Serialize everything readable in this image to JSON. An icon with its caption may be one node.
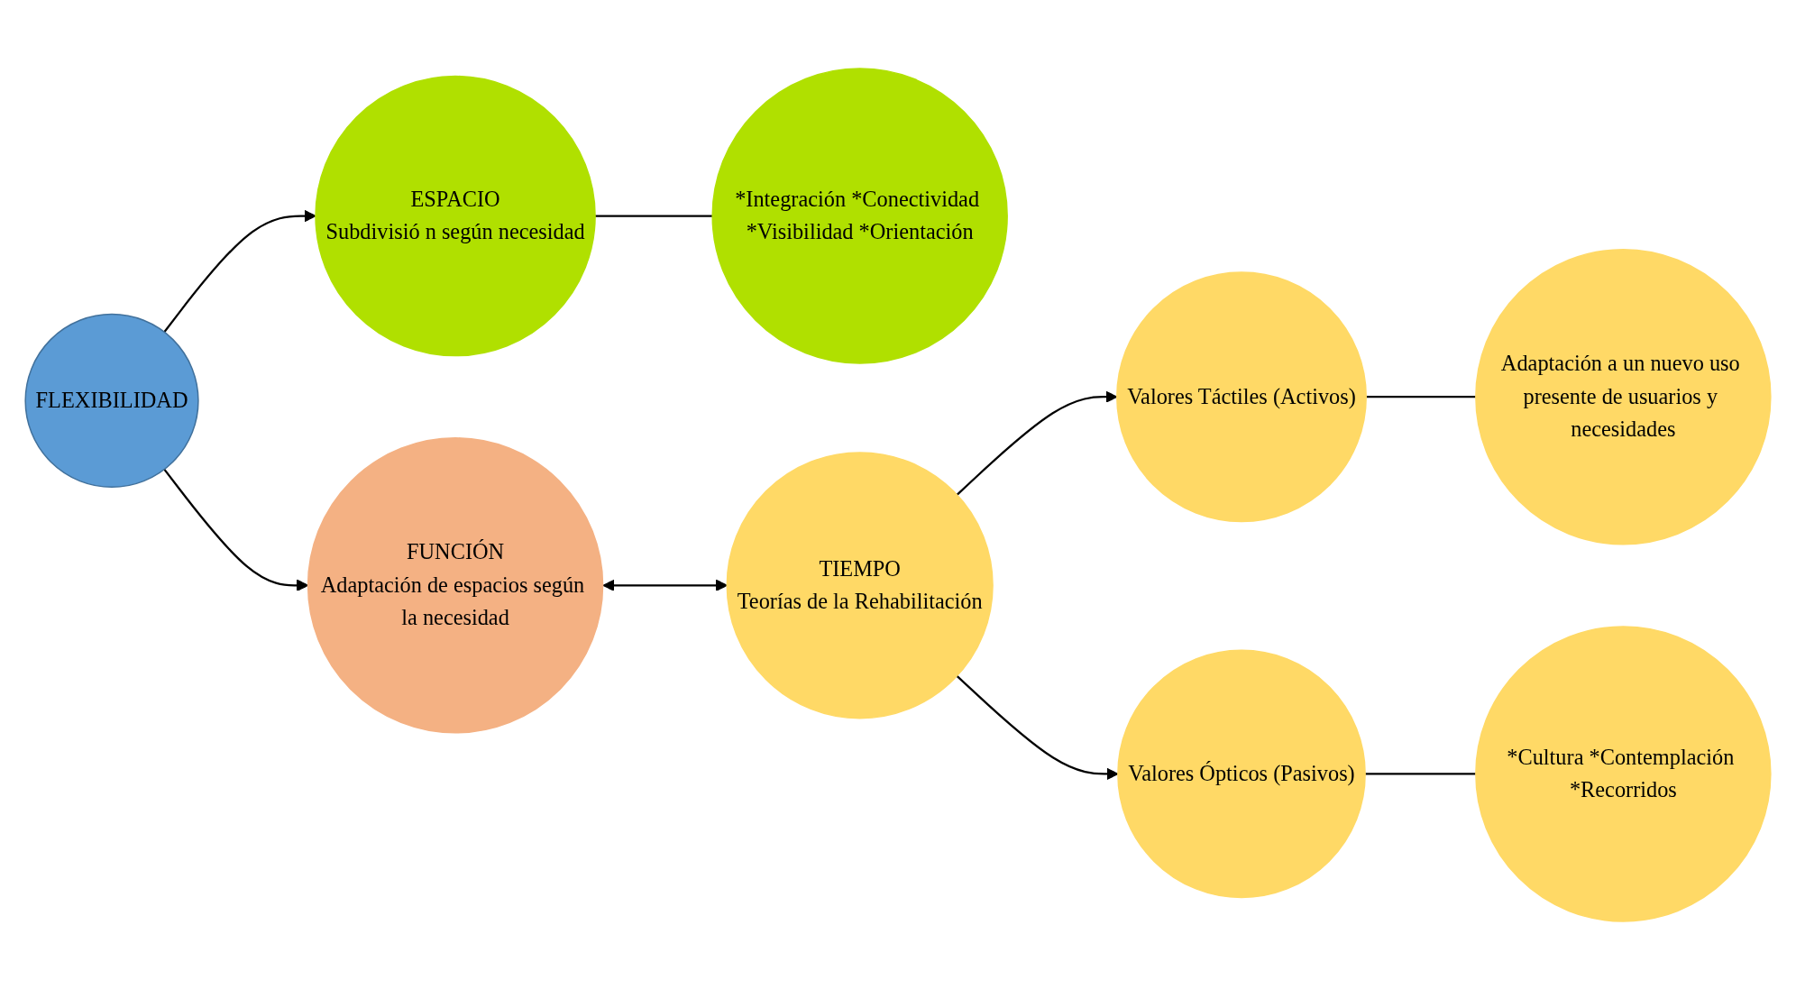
{
  "diagram": {
    "nodes": [
      {
        "text": [
          "FLEXIBILIDAD"
        ]
      },
      {
        "text": [
          "ESPACIO",
          "Subdivisió n según necesidad"
        ]
      },
      {
        "text": [
          "*Integración *Conectividad *Visibilidad *Orientación"
        ]
      },
      {
        "text": [
          "FUNCIÓN",
          "Adaptación de espacios según la necesidad"
        ]
      },
      {
        "text": [
          "TIEMPO",
          "Teorías de la Rehabilitación"
        ]
      },
      {
        "text": [
          "Valores Táctiles (Activos)"
        ]
      },
      {
        "text": [
          "Adaptación a un nuevo uso presente de usuarios y necesidades"
        ]
      },
      {
        "text": [
          "Valores Ópticos (Pasivos)"
        ]
      },
      {
        "text": [
          "*Cultura *Contemplación *Recorridos"
        ]
      }
    ],
    "edges": [
      {
        "from": 0,
        "to": 1,
        "arrow": "to"
      },
      {
        "from": 0,
        "to": 3,
        "arrow": "to"
      },
      {
        "from": 1,
        "to": 2,
        "arrow": "none"
      },
      {
        "from": 3,
        "to": 4,
        "arrow": "both"
      },
      {
        "from": 4,
        "to": 5,
        "arrow": "to"
      },
      {
        "from": 4,
        "to": 7,
        "arrow": "to"
      },
      {
        "from": 5,
        "to": 6,
        "arrow": "none"
      },
      {
        "from": 7,
        "to": 8,
        "arrow": "none"
      }
    ]
  }
}
